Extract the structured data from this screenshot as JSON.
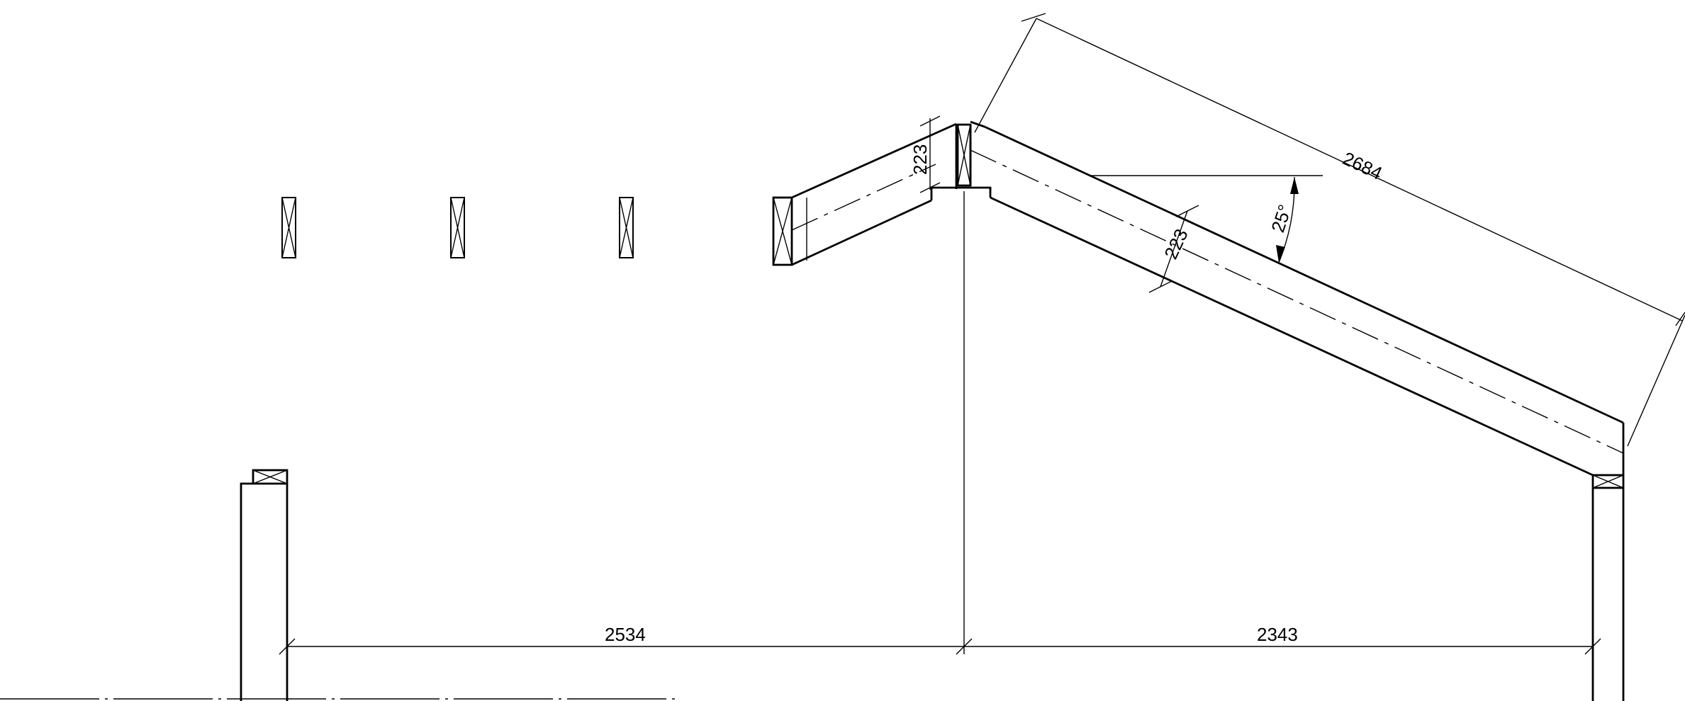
{
  "drawing": {
    "type": "roof cross-section",
    "dimensions": {
      "rafter_length": "2684",
      "rafter_depth": "223",
      "left_rafter_depth": "223",
      "pitch_angle": "25°",
      "left_span": "2534",
      "right_span": "2343"
    }
  }
}
